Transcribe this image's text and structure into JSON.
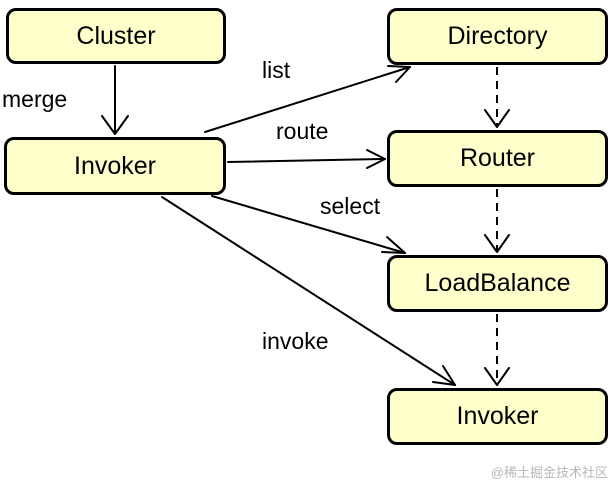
{
  "nodes": {
    "cluster": "Cluster",
    "invoker": "Invoker",
    "directory": "Directory",
    "router": "Router",
    "loadbalance": "LoadBalance",
    "invoker_target": "Invoker"
  },
  "edges": {
    "merge": "merge",
    "list": "list",
    "route": "route",
    "select": "select",
    "invoke": "invoke"
  },
  "watermark": "@稀土掘金技术社区",
  "colors": {
    "node_fill": "#ffffcc",
    "node_border": "#000000",
    "arrow": "#000000",
    "text": "#000000",
    "watermark": "#b8b8b8"
  }
}
